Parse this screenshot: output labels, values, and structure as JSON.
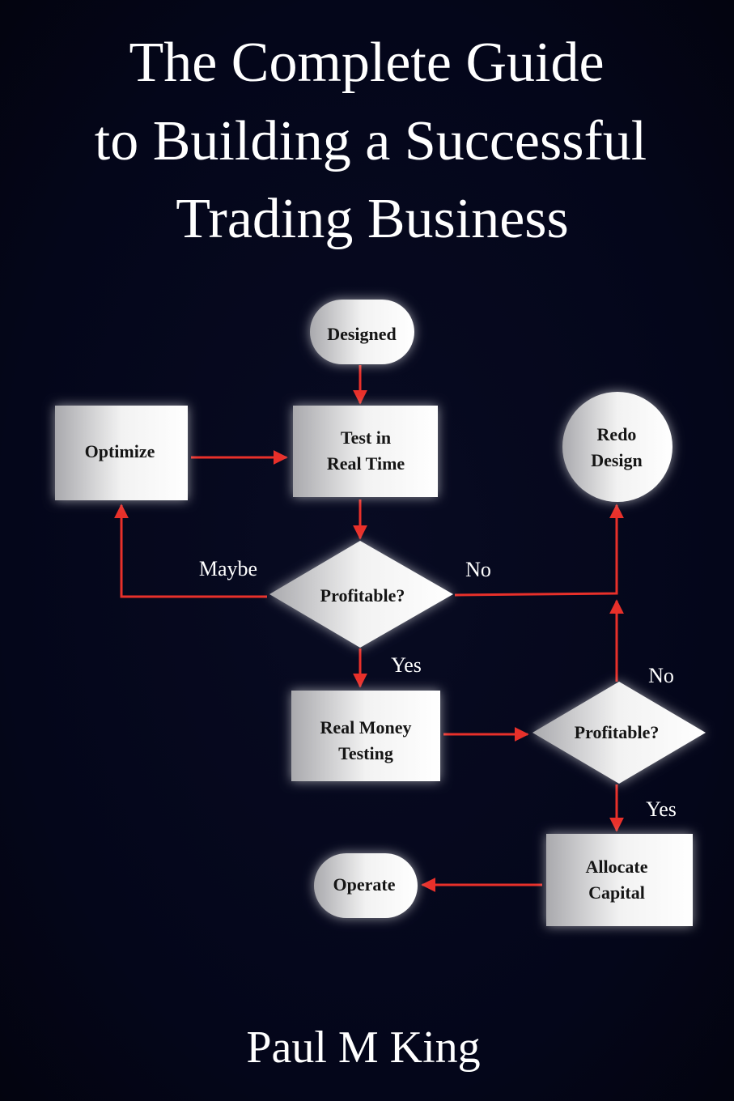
{
  "cover": {
    "title_lines": [
      "The Complete Guide",
      "to Building a Successful",
      "Trading Business"
    ],
    "author": "Paul M King"
  },
  "flowchart": {
    "nodes": {
      "designed": [
        "Designed"
      ],
      "test_real_time": [
        "Test in",
        "Real Time"
      ],
      "optimize": [
        "Optimize"
      ],
      "redo_design": [
        "Redo",
        "Design"
      ],
      "profitable_1": [
        "Profitable?"
      ],
      "real_money_testing": [
        "Real Money",
        "Testing"
      ],
      "profitable_2": [
        "Profitable?"
      ],
      "allocate_capital": [
        "Allocate",
        "Capital"
      ],
      "operate": [
        "Operate"
      ]
    },
    "edge_labels": {
      "maybe": "Maybe",
      "no_1": "No",
      "yes_1": "Yes",
      "no_2": "No",
      "yes_2": "Yes"
    }
  },
  "colors": {
    "background": "#04061a",
    "arrow": "#e8302a",
    "text": "#ffffff"
  }
}
